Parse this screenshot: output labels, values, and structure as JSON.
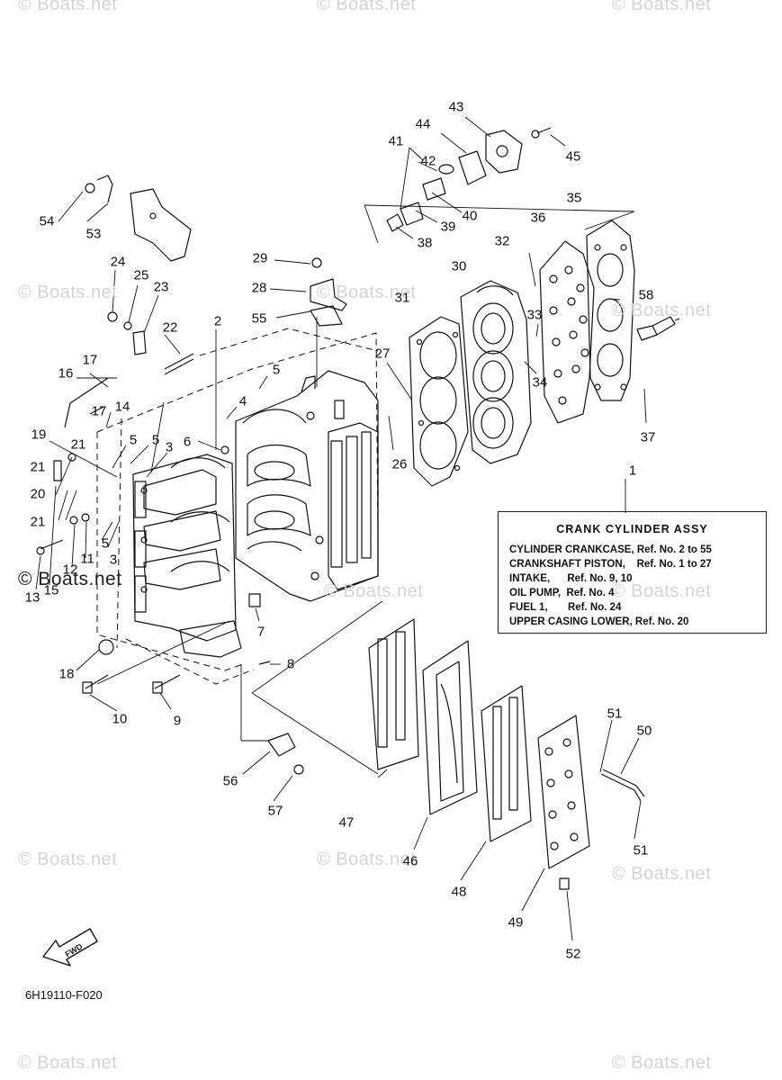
{
  "watermarks": [
    "© Boats.net",
    "© Boats.net",
    "© Boats.net",
    "© Boats.net",
    "© Boats.net",
    "© Boats.net",
    "© Boats.net",
    "© Boats.net",
    "© Boats.net",
    "© Boats.net",
    "© Boats.net",
    "© Boats.net",
    "© Boats.net",
    "© Boats.net"
  ],
  "assembly_box": {
    "title": "CRANK CYLINDER ASSY",
    "lines": [
      "CYLINDER CRANKCASE, Ref. No. 2 to 55",
      "CRANKSHAFT PISTON,    Ref. No. 1 to 27",
      "INTAKE,      Ref. No. 9, 10",
      "OIL PUMP,  Ref. No. 4",
      "FUEL 1,       Ref. No. 24",
      "UPPER CASING LOWER, Ref. No. 20"
    ]
  },
  "fwd_label": "FWD",
  "diagram_code": "6H19110-F020",
  "callouts": [
    "1",
    "2",
    "3",
    "3",
    "4",
    "5",
    "5",
    "5",
    "5",
    "6",
    "7",
    "8",
    "9",
    "10",
    "11",
    "12",
    "13",
    "14",
    "15",
    "16",
    "17",
    "17",
    "18",
    "19",
    "20",
    "21",
    "21",
    "21",
    "22",
    "23",
    "24",
    "25",
    "26",
    "27",
    "28",
    "29",
    "30",
    "31",
    "32",
    "33",
    "34",
    "35",
    "36",
    "37",
    "38",
    "39",
    "40",
    "41",
    "42",
    "43",
    "44",
    "45",
    "46",
    "47",
    "48",
    "49",
    "50",
    "51",
    "51",
    "52",
    "53",
    "54",
    "55",
    "56",
    "57",
    "58"
  ],
  "colors": {
    "line": "#111111",
    "watermark": "#d4d4d4"
  }
}
